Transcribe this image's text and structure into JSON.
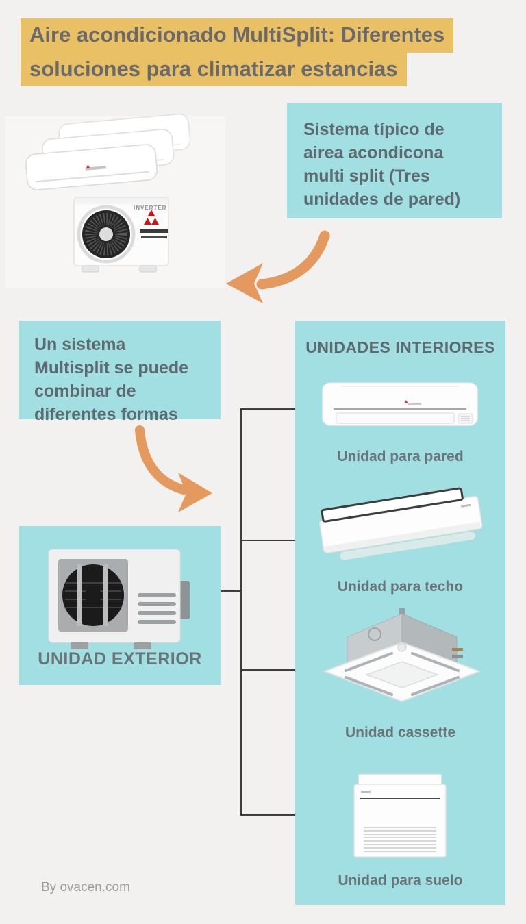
{
  "title": {
    "line1": "Aire acondicionado MultiSplit: Diferentes",
    "line2": "soluciones para climatizar estancias"
  },
  "callouts": {
    "typical_system": "Sistema típico de airea acondicona multi split (Tres unidades de pared)",
    "combine": "Un sistema Multisplit se puede combinar de diferentes formas"
  },
  "hero": {
    "badge": "INVERTER"
  },
  "interior_units": {
    "header": "UNIDADES INTERIORES",
    "units": [
      {
        "label": "Unidad para pared",
        "icon": "wall-unit-icon"
      },
      {
        "label": "Unidad para techo",
        "icon": "ceiling-unit-icon"
      },
      {
        "label": "Unidad cassette",
        "icon": "cassette-unit-icon"
      },
      {
        "label": "Unidad para suelo",
        "icon": "floor-unit-icon"
      }
    ]
  },
  "exterior_unit": {
    "label": "UNIDAD EXTERIOR",
    "icon": "outdoor-unit-icon"
  },
  "footer": {
    "credit": "By ovacen.com"
  },
  "colors": {
    "background": "#f2f1ef",
    "highlight_yellow": "#e9c164",
    "teal": "#a2dfe2",
    "arrow_orange": "#e49a5f",
    "title_text": "#6a6a6a",
    "box_text": "#5d6b70",
    "label_text": "#687477",
    "line": "#3f3f3f",
    "credit_text": "#9c9c9c"
  }
}
